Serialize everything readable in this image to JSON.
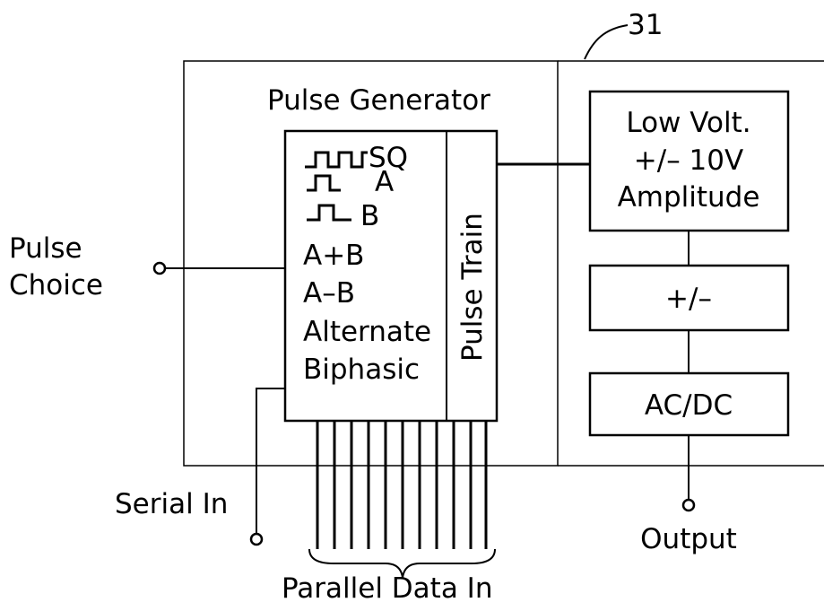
{
  "figure": {
    "reference_number": "31",
    "pulse_generator_title": "Pulse Generator",
    "waveforms": [
      {
        "icon": "square-wave-train-icon",
        "label": "SQ"
      },
      {
        "icon": "pulse-wave-icon",
        "label": "A"
      },
      {
        "icon": "pulse-wave-icon",
        "label": "B"
      }
    ],
    "modes": [
      "A+B",
      "A–B",
      "Alternate",
      "Biphasic"
    ],
    "pulse_train_label": "Pulse Train",
    "inputs": {
      "pulse_choice_line1": "Pulse",
      "pulse_choice_line2": "Choice",
      "serial_in": "Serial In",
      "parallel_data_in": "Parallel Data In"
    },
    "output_chain": {
      "amplitude_line1": "Low Volt.",
      "amplitude_line2": "+/– 10V",
      "amplitude_line3": "Amplitude",
      "polarity": "+/–",
      "coupling": "AC/DC",
      "output": "Output"
    }
  }
}
